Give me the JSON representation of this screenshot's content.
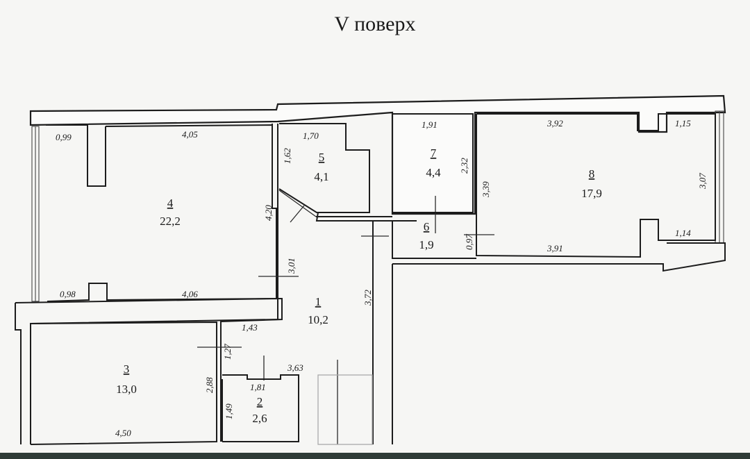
{
  "title": "V поверх",
  "rooms": [
    {
      "id": "room-1",
      "number": "1",
      "area": "10,2"
    },
    {
      "id": "room-2",
      "number": "2",
      "area": "2,6"
    },
    {
      "id": "room-3",
      "number": "3",
      "area": "13,0"
    },
    {
      "id": "room-4",
      "number": "4",
      "area": "22,2"
    },
    {
      "id": "room-5",
      "number": "5",
      "area": "4,1"
    },
    {
      "id": "room-6",
      "number": "6",
      "area": "1,9"
    },
    {
      "id": "room-7",
      "number": "7",
      "area": "4,4"
    },
    {
      "id": "room-8",
      "number": "8",
      "area": "17,9"
    }
  ],
  "dimensions": {
    "r4_left_top": "0,99",
    "r4_top": "4,05",
    "r4_left_bottom": "0,98",
    "r4_bottom": "4,06",
    "r4_right": "4,20",
    "r5_top": "1,70",
    "r5_left": "1,62",
    "r7_top": "1,91",
    "r7_right": "2,32",
    "r8_top": "3,92",
    "r8_top_right": "1,15",
    "r8_right": "3,07",
    "r8_left": "3,39",
    "r8_bottom": "3,91",
    "r8_bottom_right": "1,14",
    "r6_left": "0,97",
    "r1_left": "3,01",
    "r1_right": "3,72",
    "r1_top": "1,43",
    "r1_mid": "1,27",
    "r1_bottom": "3,63",
    "r2_top": "1,81",
    "r2_left": "1,49",
    "r3_right": "2,88",
    "r3_bottom": "4,50"
  }
}
